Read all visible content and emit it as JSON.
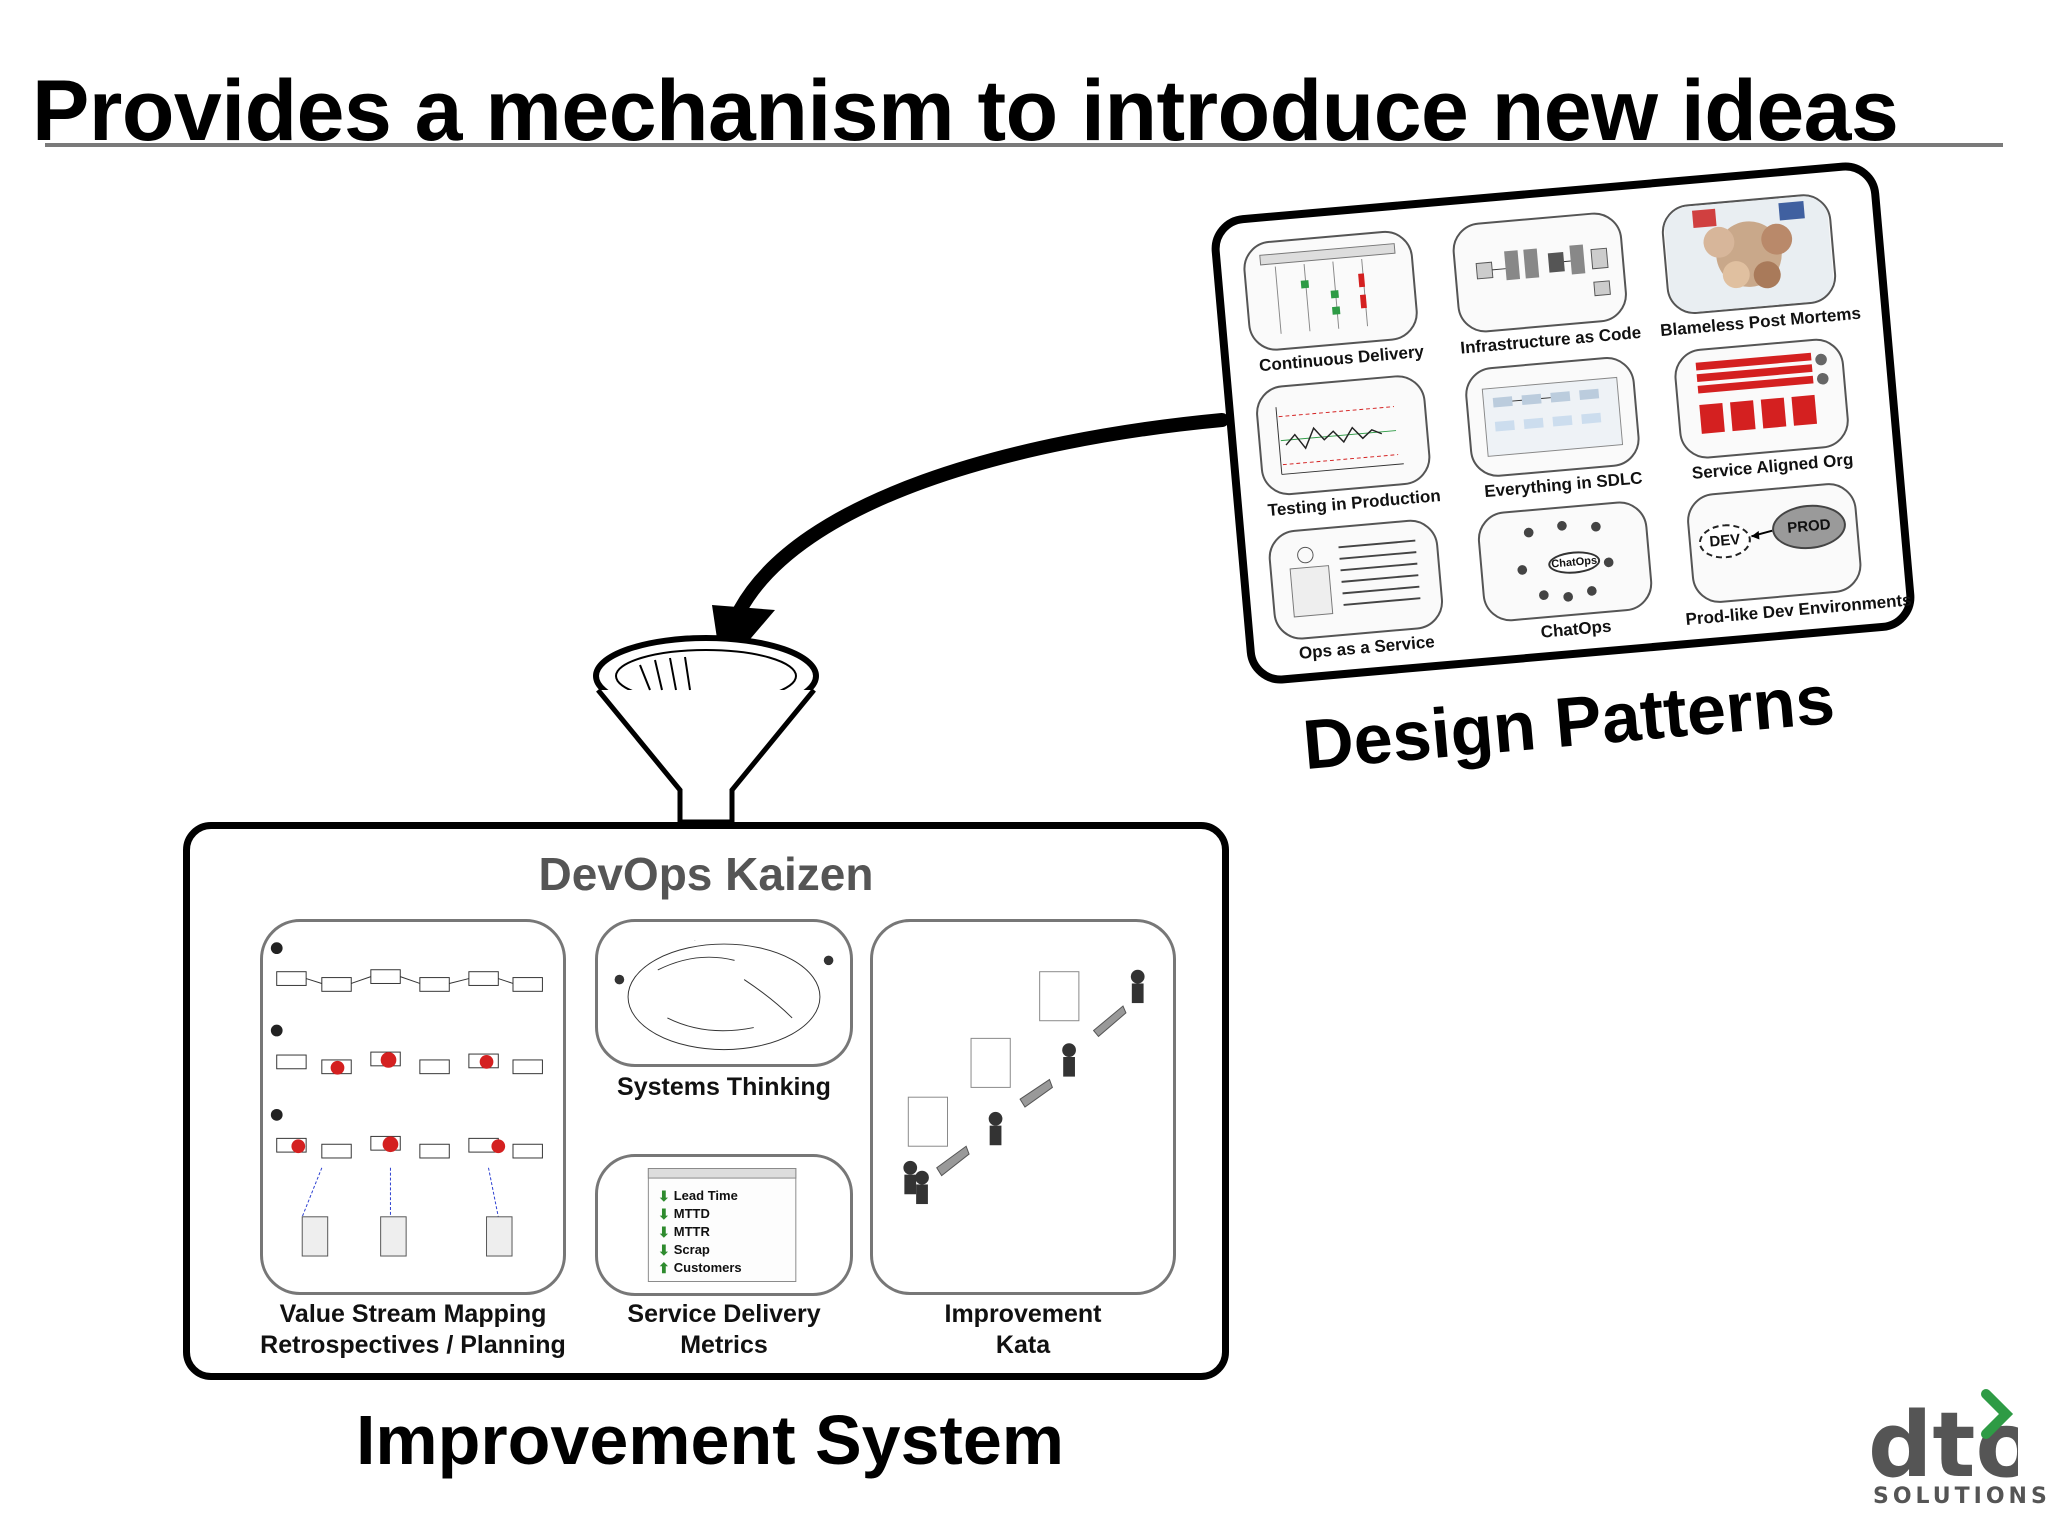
{
  "slide": {
    "title": "Provides a mechanism to introduce new ideas"
  },
  "design_patterns": {
    "caption": "Design Patterns",
    "items": [
      {
        "label": "Continuous Delivery",
        "icon": "pipeline-diagram-icon"
      },
      {
        "label": "Infrastructure as Code",
        "icon": "servers-diagram-icon"
      },
      {
        "label": "Blameless Post Mortems",
        "icon": "team-hands-photo"
      },
      {
        "label": "Testing in Production",
        "icon": "control-chart-icon"
      },
      {
        "label": "Everything in SDLC",
        "icon": "flowchart-icon"
      },
      {
        "label": "Service Aligned Org",
        "icon": "org-teams-icon"
      },
      {
        "label": "Ops as a Service",
        "icon": "service-catalog-icon"
      },
      {
        "label": "ChatOps",
        "icon": "chat-people-icon"
      },
      {
        "label": "Prod-like Dev Environments",
        "icon": "dev-prod-icon"
      }
    ],
    "chatops_bubble": "ChatOps",
    "dev_label": "DEV",
    "prod_label": "PROD"
  },
  "improvement_system": {
    "box_title": "DevOps Kaizen",
    "caption": "Improvement System",
    "panels": {
      "value_stream": {
        "label_line1": "Value Stream Mapping",
        "label_line2": "Retrospectives / Planning"
      },
      "systems_thinking": {
        "label": "Systems Thinking"
      },
      "metrics": {
        "label_line1": "Service Delivery",
        "label_line2": "Metrics",
        "items": [
          {
            "text": "Lead Time",
            "direction": "down"
          },
          {
            "text": "MTTD",
            "direction": "down"
          },
          {
            "text": "MTTR",
            "direction": "down"
          },
          {
            "text": "Scrap",
            "direction": "down"
          },
          {
            "text": "Customers",
            "direction": "up"
          }
        ]
      },
      "kata": {
        "label_line1": "Improvement",
        "label_line2": "Kata"
      }
    }
  },
  "logo": {
    "mark": "dto",
    "subtitle": "SOLUTIONS",
    "accent_color": "#2e9b45",
    "text_color": "#555555"
  },
  "colors": {
    "border": "#000000",
    "kaizen_title": "#555555",
    "metric_arrow": "#2e8b2e",
    "highlight_red": "#d42020"
  }
}
